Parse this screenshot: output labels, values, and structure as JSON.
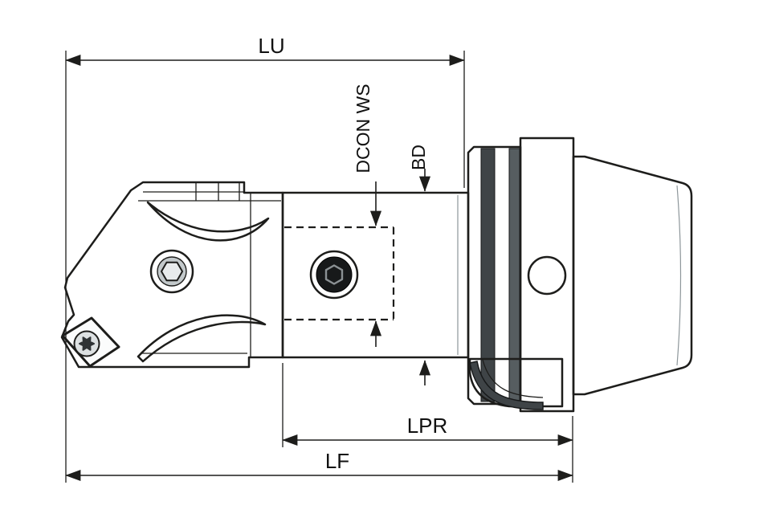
{
  "diagram": {
    "type": "technical-drawing",
    "subject": "indexable milling head with cylindrical neck on HSK taper shank adapter",
    "dimension_labels": {
      "lu": "LU",
      "dcon_ws": "DCON WS",
      "bd": "BD",
      "lpr": "LPR",
      "lf": "LF"
    },
    "colors": {
      "background": "#ffffff",
      "line": "#1d1d1b",
      "metal_light": "#fafbfb",
      "metal_shadow": "#99a2a5",
      "groove_dark": "#3f4447",
      "groove_mid": "#565d60",
      "screw_black": "#17191a",
      "bore_gray": "#3c4144",
      "torx_dark": "#2f3335"
    }
  }
}
